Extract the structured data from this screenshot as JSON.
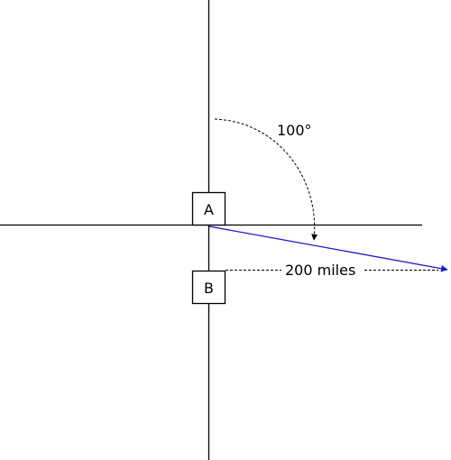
{
  "diagram": {
    "angle_label": "100°",
    "distance_label": "200 miles",
    "point_a_label": "A",
    "point_b_label": "B",
    "angle_degrees": 100,
    "colors": {
      "axis": "#000000",
      "bearing_line": "#1a1acc",
      "dashed": "#000000",
      "background": "#ffffff"
    }
  }
}
